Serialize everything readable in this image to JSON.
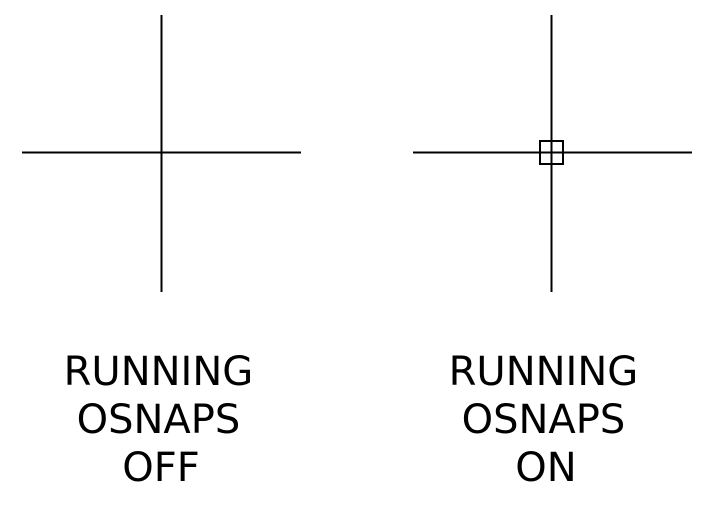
{
  "panels": [
    {
      "caption": [
        "RUNNING",
        "OSNAPS",
        "OFF"
      ],
      "osnap_marker": false
    },
    {
      "caption": [
        "RUNNING",
        "OSNAPS",
        "ON"
      ],
      "osnap_marker": true
    }
  ],
  "colors": {
    "line": "#000000",
    "background": "#ffffff"
  }
}
